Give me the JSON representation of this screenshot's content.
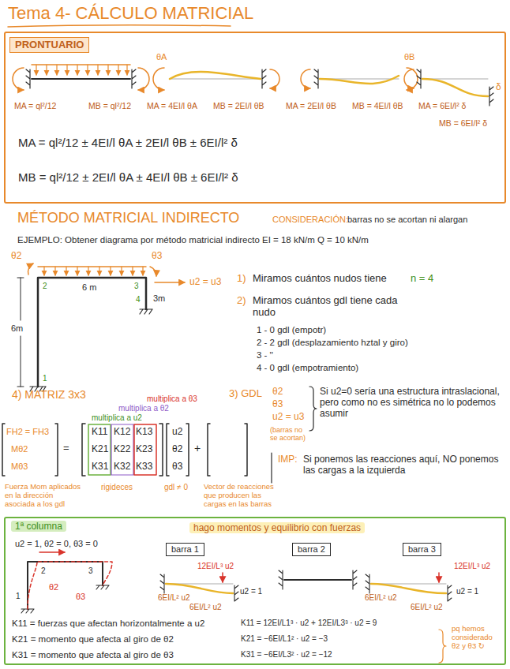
{
  "diagram": {
    "title": "Tema 4- CÁLCULO MATRICIAL",
    "nodes": [
      {
        "text": [
          "MA = ql²/12 ± 4EI/l θA ± 2EI/l θB ± 6EI/l² δ",
          "MB = ql²/12 ± 2EI/l θA ± 4EI/l θB ± 6EI/l² δ"
        ]
      },
      {
        "text": [
          "PRONTUARIO"
        ],
        "in": 0
      },
      {
        "text": [
          "u2 = 1, θ2 = 0, θ3 = 0"
        ]
      },
      {
        "text": [
          "1ª columna"
        ],
        "in": 2
      },
      {
        "text": [
          "hago momentos y equilibrio con fuerzas"
        ],
        "in": 2
      },
      {
        "text": [
          "barra 1"
        ],
        "in": 2
      },
      {
        "text": [
          "barra 2"
        ],
        "in": 2
      },
      {
        "text": [
          "barra 3"
        ],
        "in": 2
      }
    ],
    "labels": [
      "MA = ql²/12",
      "MB = ql²/12",
      "θA",
      "MA = 4EI/l θA",
      "MB = 2EI/l θB",
      "θB",
      "MA = 2EI/l θB",
      "MB = 4EI/l θB",
      "δ",
      "MA = 6EI/l² δ",
      "MB = 6EI/l² δ",
      "MÉTODO MATRICIAL INDIRECTO",
      "CONSIDERACIÓN:",
      "barras no se acortan ni alargan",
      "EJEMPLO: Obtener diagrama por método matricial indirecto EI = 18 kN/m Q = 10 kN/m",
      "θ2",
      "θ3",
      "u2 = u3",
      "6 m",
      "3m",
      "6m",
      "2",
      "3",
      "4",
      "1",
      "1)",
      "Miramos cuántos nudos tiene",
      "n = 4",
      "2)",
      "Miramos cuántos gdl tiene cada nudo",
      "1 - 0 gdl (empotr)",
      "2 - 2 gdl (desplazamiento hztal y giro)",
      "3 - ''",
      "4 - 0 gdl (empotramiento)",
      "4) MATRIZ 3x3",
      "multiplica a u2",
      "multiplica a θ2",
      "multiplica a θ3",
      "3) GDL",
      "θ2",
      "θ3",
      "u2 = u3",
      "(barras no se acortan)",
      "Si u2=0 sería una estructura intraslacional, pero como no es simétrica no lo podemos asumir",
      "FH2 = FH3",
      "Mθ2",
      "Mθ3",
      "=",
      "K11",
      "K12",
      "K13",
      "K21",
      "K22",
      "K23",
      "K31",
      "K32",
      "K33",
      "u2",
      "θ2",
      "θ3",
      "+",
      "Fuerza Mom aplicados en la dirección asociada a los gdl",
      "rigideces",
      "gdl ≠ 0",
      "Vector de reacciones que producen las cargas en las barras",
      "IMP:",
      "Si ponemos las reacciones aquí, NO ponemos las cargas a la izquierda",
      "1",
      "2",
      "3",
      "θ2",
      "θ3",
      "12EI/L³ u2",
      "6EI/L² u2",
      "6EI/L² u2",
      "u2 = 1",
      "12EI/L³ u2",
      "u2 = 1",
      "6EI/L² u2",
      "6EI/L² u2",
      "K11 = fuerzas que afectan horizontalmente a u2",
      "K21 = momento que afecta al giro de θ2",
      "K31 = momento que afecta al giro de θ3",
      "K11 = 12EI/L1³ · u2 + 12EI/L3³ · u2 = 9",
      "K21 = −6EI/L1² · u2 = −3",
      "K31 = −6EI/L3² · u2 = −12",
      "pq hemos considerado θ2 y θ3 ↻"
    ]
  }
}
